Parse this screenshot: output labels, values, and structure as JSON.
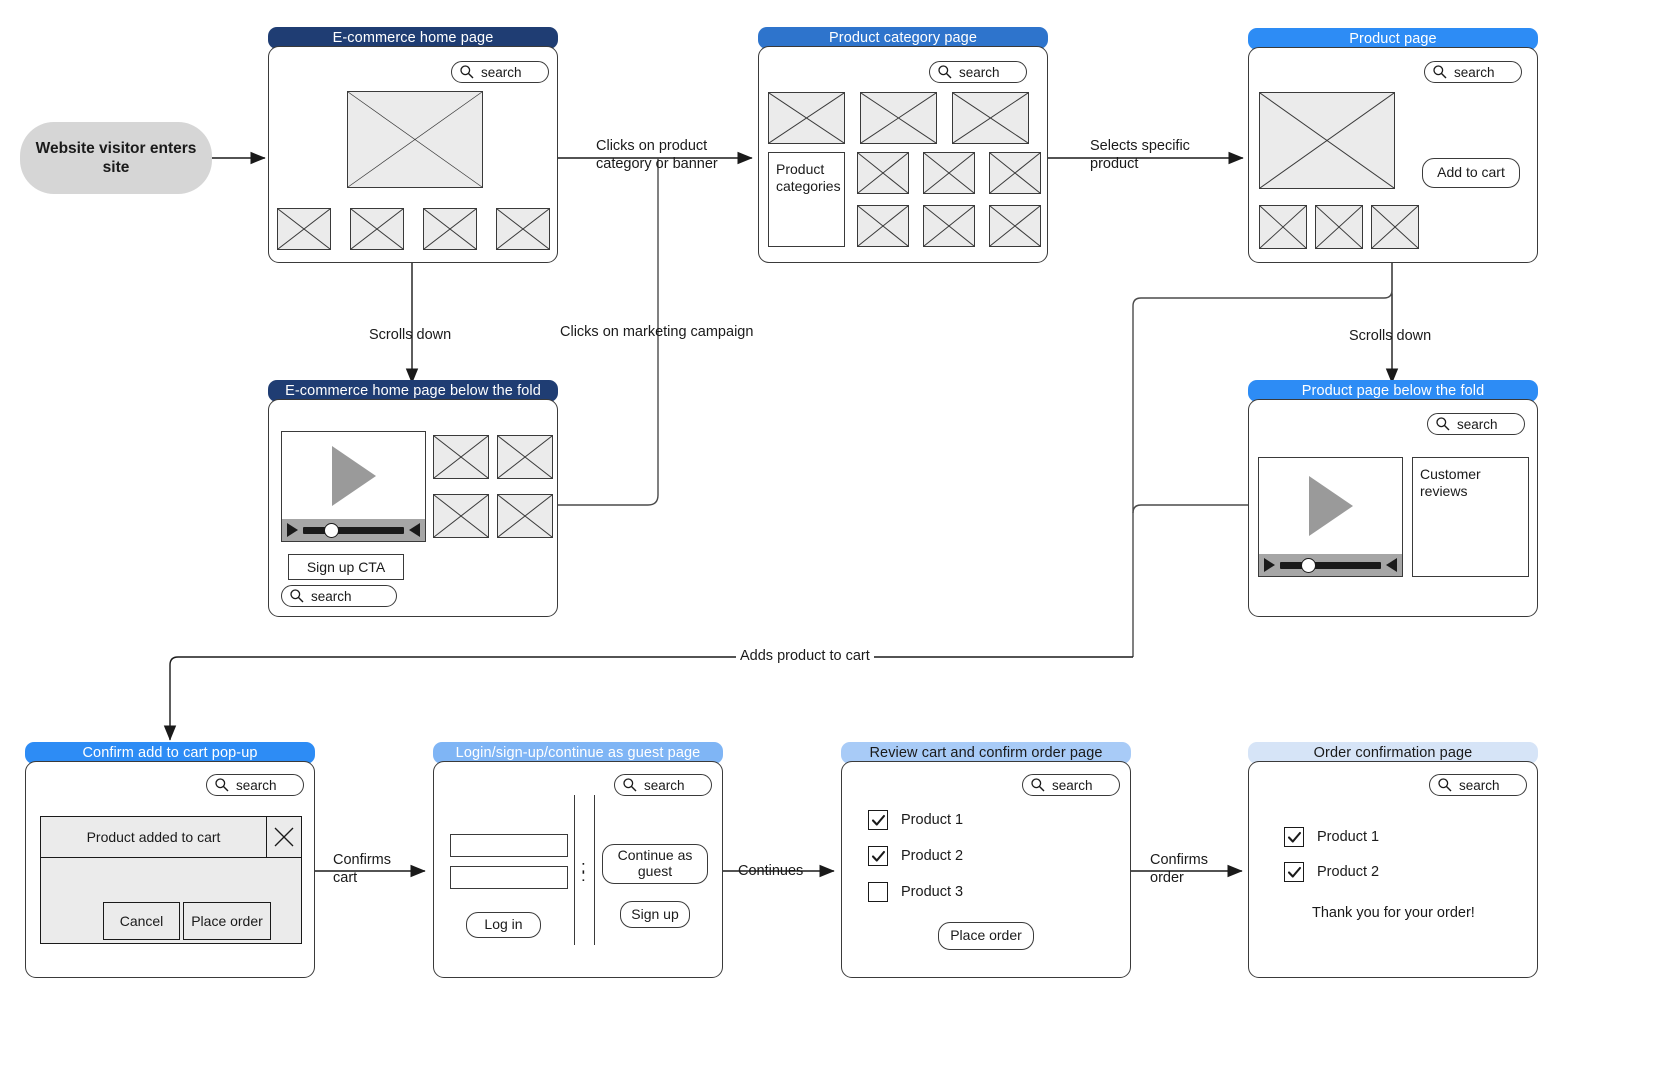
{
  "start_node": {
    "label": "Website visitor enters site"
  },
  "common": {
    "search_label": "search",
    "search_icon": "magnifier-icon"
  },
  "screens": {
    "home": {
      "title": "E-commerce home page",
      "search": "search",
      "hero_placeholder": "image-placeholder",
      "thumbs": 4
    },
    "home_below_fold": {
      "title": "E-commerce home page below the fold",
      "search": "search",
      "cta": "Sign up CTA",
      "video": "video-player",
      "thumbs": 4
    },
    "category": {
      "title": "Product category page",
      "search": "search",
      "categories_box": "Product categories",
      "top_tiles": 3,
      "grid_tiles": 6
    },
    "product": {
      "title": "Product page",
      "search": "search",
      "add_to_cart": "Add to cart",
      "thumbs": 3
    },
    "product_below_fold": {
      "title": "Product page below the fold",
      "search": "search",
      "reviews_box": "Customer reviews",
      "video": "video-player"
    },
    "confirm_popup": {
      "title": "Confirm add to cart pop-up",
      "search": "search",
      "modal_title": "Product added to cart",
      "close": "close-icon",
      "cancel": "Cancel",
      "place_order": "Place order"
    },
    "login": {
      "title": "Login/sign-up/continue as guest page",
      "search": "search",
      "field_1": "",
      "field_2": "",
      "login_button": "Log in",
      "guest_button": "Continue as guest",
      "signup_button": "Sign up",
      "divider": "or-divider"
    },
    "review_cart": {
      "title": "Review cart and confirm order page",
      "search": "search",
      "items": [
        {
          "label": "Product 1",
          "checked": true
        },
        {
          "label": "Product 2",
          "checked": true
        },
        {
          "label": "Product 3",
          "checked": false
        }
      ],
      "place_order": "Place order"
    },
    "order_confirmation": {
      "title": "Order confirmation page",
      "search": "search",
      "items": [
        {
          "label": "Product 1",
          "checked": true
        },
        {
          "label": "Product 2",
          "checked": true
        }
      ],
      "thanks": "Thank you for your order!"
    }
  },
  "edges": {
    "enter": "",
    "click_category": "Clicks on product\ncategory or banner",
    "select_product": "Selects specific\nproduct",
    "scrolls_down_home": "Scrolls down",
    "scrolls_down_product": "Scrolls down",
    "marketing_campaign": "Clicks on marketing campaign",
    "adds_to_cart": "Adds product to cart",
    "confirms_cart": "Confirms\ncart",
    "continues": "Continues",
    "confirms_order": "Confirms\norder"
  },
  "colors": {
    "header_dark": "#1F3D73",
    "header_mid": "#2E74CC",
    "header_blue": "#2D8CF5",
    "header_b2": "#7FB5F5",
    "header_b3": "#A8CBF7",
    "header_b4": "#D6E4F7",
    "placeholder_fill": "#ebebeb",
    "start_fill": "#d6d6d6",
    "stroke": "#3a3a3a"
  }
}
